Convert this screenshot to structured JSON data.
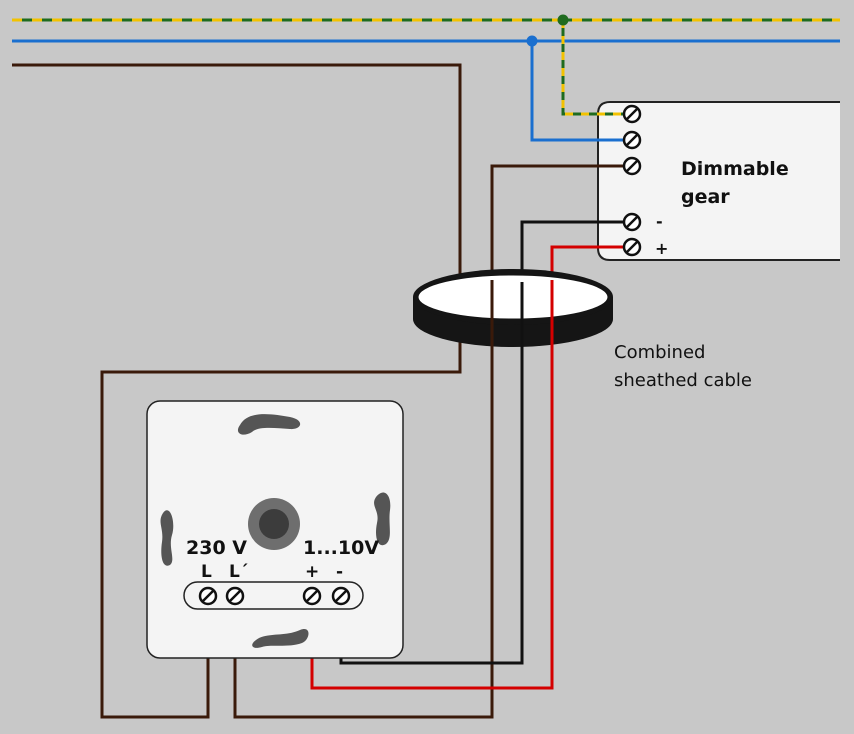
{
  "gear": {
    "title_line1": "Dimmable",
    "title_line2": "gear",
    "terminal_minus": "-",
    "terminal_plus": "+"
  },
  "cable": {
    "label_line1": "Combined",
    "label_line2": "sheathed cable"
  },
  "dimmer": {
    "mains_label": "230 V",
    "control_label": "1...10V",
    "terminal_L": "L",
    "terminal_Lprime": "L´",
    "terminal_plus": "+",
    "terminal_minus": "-"
  },
  "colors": {
    "background": "#c8c8c8",
    "neutral_blue": "#1a6fcf",
    "earth_green": "#1f6b1f",
    "earth_yellow": "#f2c200",
    "phase_brown": "#3a1a0a",
    "control_minus_black": "#111111",
    "control_plus_red": "#d40000",
    "device_fill": "#f4f4f4"
  }
}
